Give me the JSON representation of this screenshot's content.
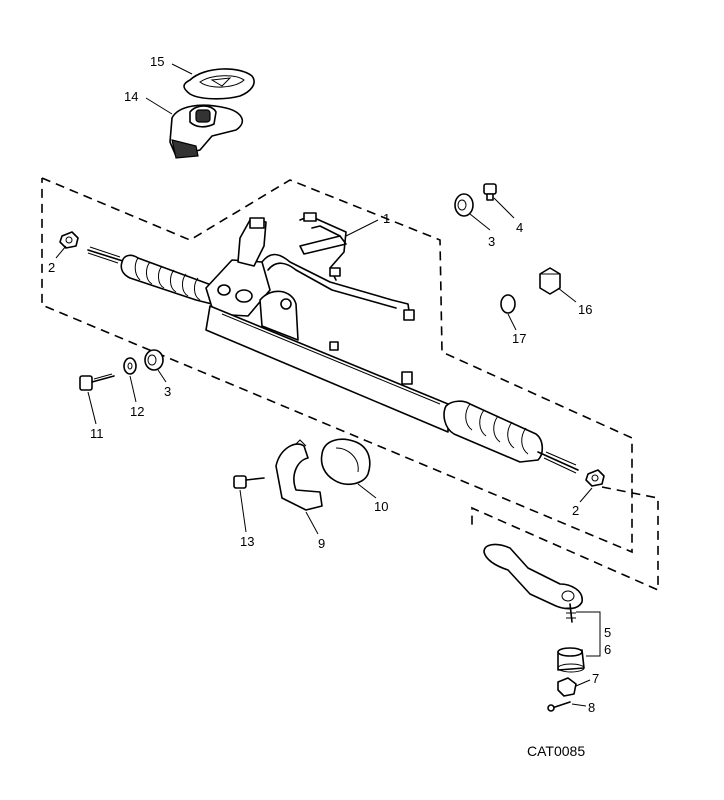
{
  "diagram": {
    "catalog_code": "CAT0085",
    "callouts": {
      "c1": "1",
      "c2a": "2",
      "c2b": "2",
      "c3a": "3",
      "c3b": "3",
      "c4": "4",
      "c5": "5",
      "c6": "6",
      "c7": "7",
      "c8": "8",
      "c9": "9",
      "c10": "10",
      "c11": "11",
      "c12": "12",
      "c13": "13",
      "c14": "14",
      "c15": "15",
      "c16": "16",
      "c17": "17"
    }
  }
}
